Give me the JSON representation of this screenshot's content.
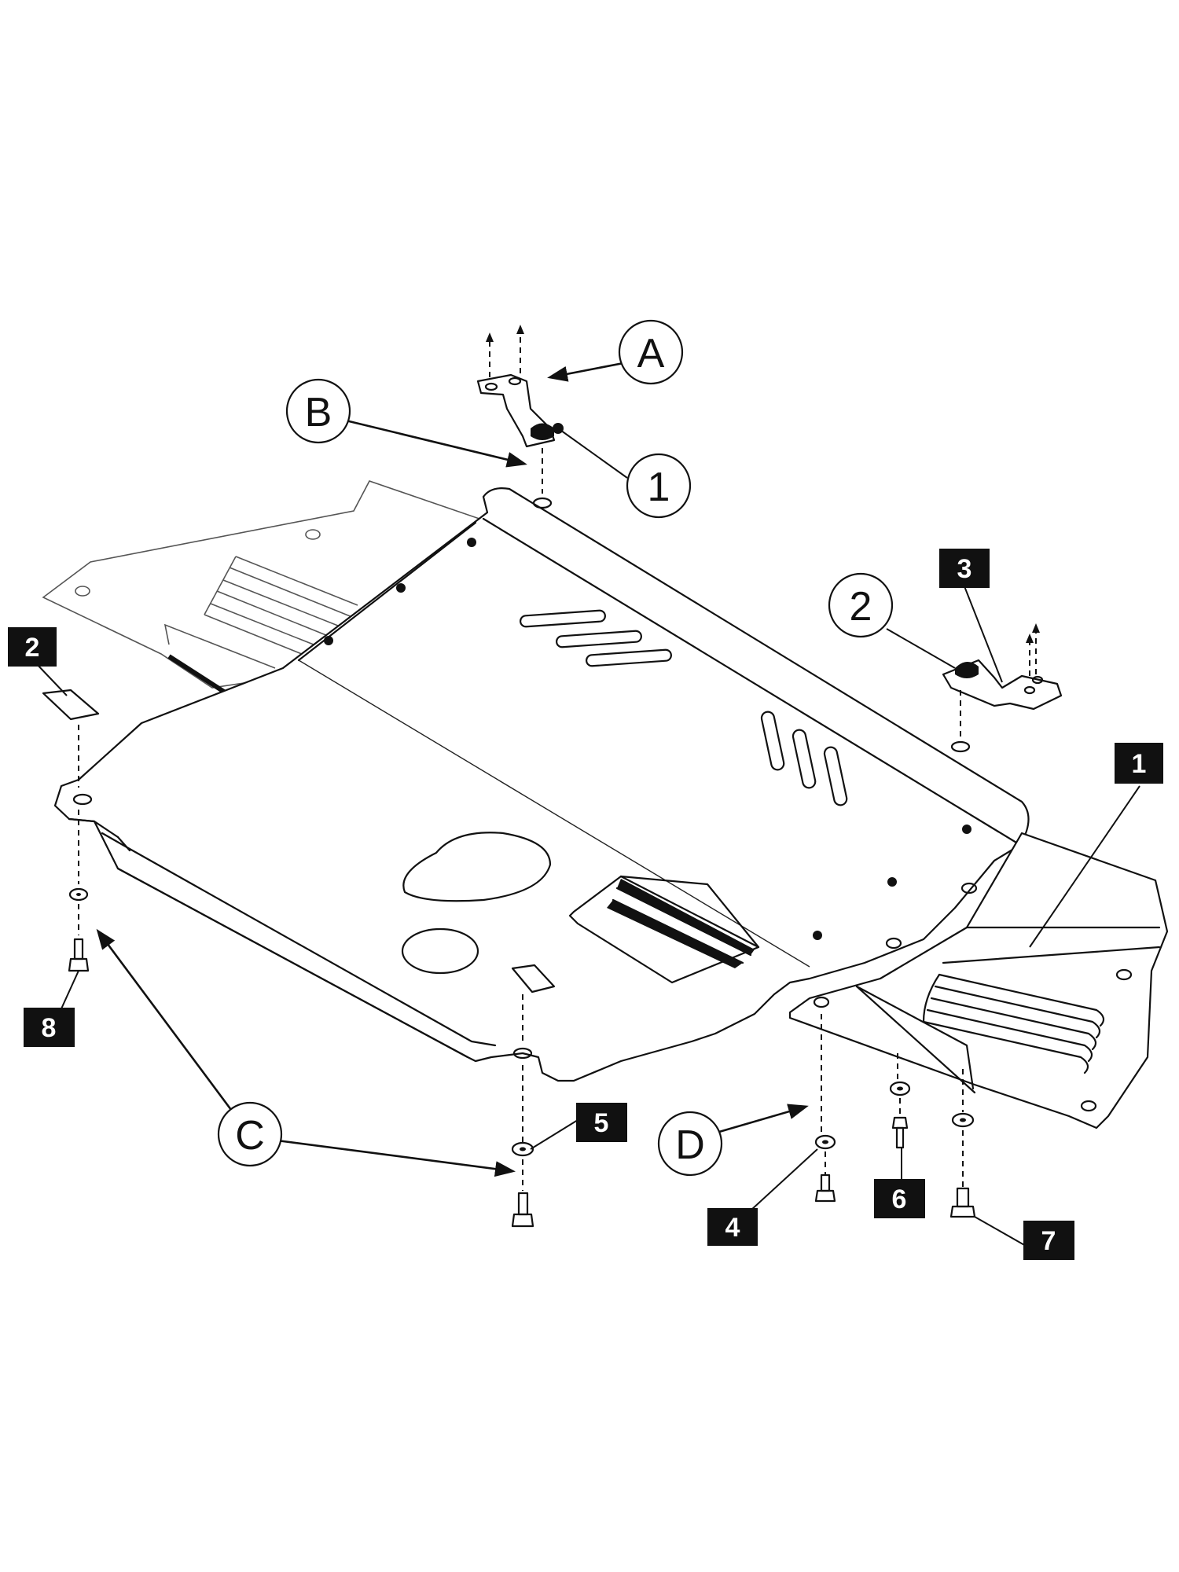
{
  "diagram": {
    "letter_callouts": [
      {
        "id": "A",
        "label": "A"
      },
      {
        "id": "B",
        "label": "B"
      },
      {
        "id": "C",
        "label": "C"
      },
      {
        "id": "D",
        "label": "D"
      }
    ],
    "number_callouts": [
      {
        "id": "circle-1",
        "label": "1"
      },
      {
        "id": "circle-2",
        "label": "2"
      }
    ],
    "part_labels": [
      {
        "id": "part-1",
        "label": "1"
      },
      {
        "id": "part-2",
        "label": "2"
      },
      {
        "id": "part-3",
        "label": "3"
      },
      {
        "id": "part-4",
        "label": "4"
      },
      {
        "id": "part-5",
        "label": "5"
      },
      {
        "id": "part-6",
        "label": "6"
      },
      {
        "id": "part-7",
        "label": "7"
      },
      {
        "id": "part-8",
        "label": "8"
      }
    ],
    "colors": {
      "line": "#111111",
      "background": "#ffffff",
      "label_box": "#111111",
      "label_text": "#ffffff"
    }
  }
}
